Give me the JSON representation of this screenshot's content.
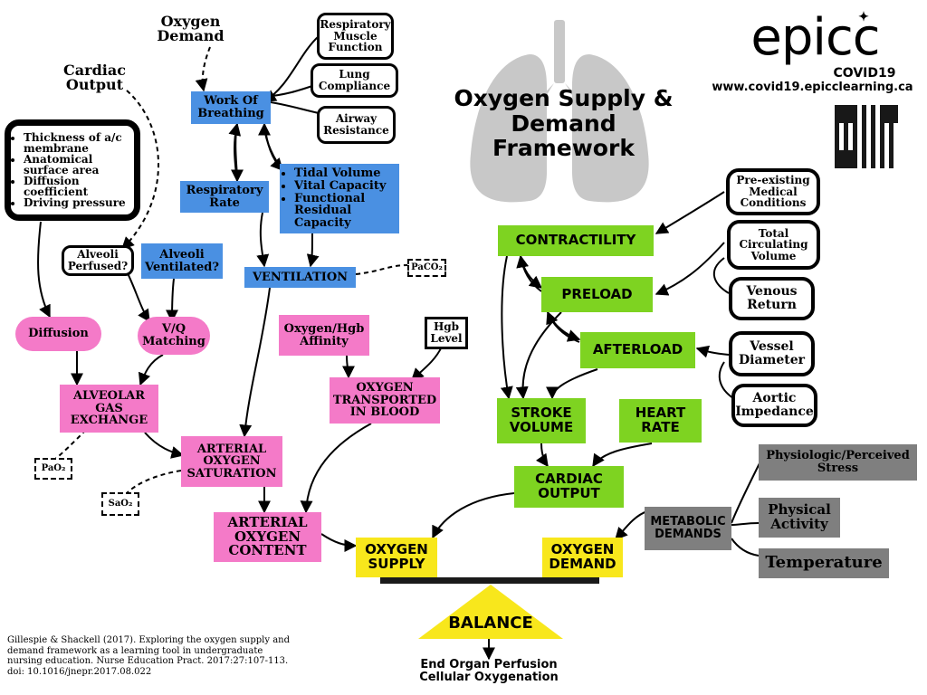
{
  "title": "Oxygen Supply & Demand Framework",
  "brand": {
    "logo": "epicc",
    "sub": "COVID19",
    "url": "www.covid19.epicclearning.ca"
  },
  "labels": {
    "oxygen_demand": "Oxygen Demand",
    "cardiac_output": "Cardiac Output"
  },
  "nodes": {
    "resp_muscle": "Respiratory Muscle Function",
    "lung_compliance": "Lung Compliance",
    "airway_resistance": "Airway Resistance",
    "work_of_breathing": "Work Of Breathing",
    "respiratory_rate": "Respiratory Rate",
    "alveoli_perfused": "Alveoli Perfused?",
    "alveoli_ventilated": "Alveoli Ventilated?",
    "ventilation": "VENTILATION",
    "paco2": "PaCO₂",
    "diffusion": "Diffusion",
    "vq": "V/Q Matching",
    "o2_hgb": "Oxygen/Hgb Affinity",
    "hgb_level": "Hgb Level",
    "alveolar_gas": "ALVEOLAR GAS EXCHANGE",
    "o2_transported": "OXYGEN TRANSPORTED IN BLOOD",
    "pao2": "PaO₂",
    "arterial_sat": "ARTERIAL OXYGEN SATURATION",
    "sao2": "SaO₂",
    "arterial_content": "ARTERIAL OXYGEN CONTENT",
    "contractility": "CONTRACTILITY",
    "preload": "PRELOAD",
    "afterload": "AFTERLOAD",
    "stroke_volume": "STROKE VOLUME",
    "heart_rate": "HEART RATE",
    "cardiac_output": "CARDIAC OUTPUT",
    "pre_existing": "Pre-existing Medical Conditions",
    "total_circ": "Total Circulating Volume",
    "venous_return": "Venous Return",
    "vessel_diameter": "Vessel Diameter",
    "aortic_impedance": "Aortic Impedance",
    "physiologic_stress": "Physiologic/Perceived Stress",
    "physical_activity": "Physical Activity",
    "temperature": "Temperature",
    "metabolic_demands": "METABOLIC DEMANDS",
    "oxygen_supply": "OXYGEN SUPPLY",
    "oxygen_demand": "OXYGEN DEMAND",
    "balance": "BALANCE",
    "end_organ": "End Organ Perfusion",
    "cellular": "Cellular Oxygenation"
  },
  "diffusion_factors": [
    "Thickness of a/c membrane",
    "Anatomical surface area",
    "Diffusion coefficient",
    "Driving pressure"
  ],
  "lists": {
    "lung_volumes": [
      "Tidal Volume",
      "Vital Capacity",
      "Functional Residual Capacity"
    ]
  },
  "citation": "Gillespie & Shackell (2017). Exploring the oxygen supply and demand framework as a learning tool in undergraduate nursing education. Nurse Education Pract. 2017:27:107-113. doi: 10.1016/jnepr.2017.08.022",
  "colors": {
    "blue": "#4a90e2",
    "pink": "#f47ac8",
    "green": "#7ed321",
    "yellow": "#f8e71c",
    "gray": "#7f7f7f",
    "lungs": "#c8c8c8"
  }
}
